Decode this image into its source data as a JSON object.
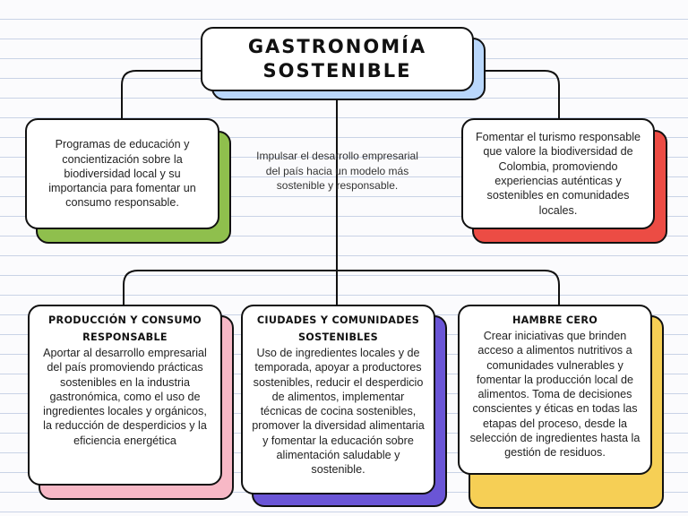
{
  "title": "GASTRONOMÍA SOSTENIBLE",
  "center_text": "Impulsar el desarrollo empresarial del país hacia un modelo más sostenible y responsable.",
  "top_left": "Programas de educación y concientización sobre la biodiversidad local y su importancia para fomentar un consumo responsable.",
  "top_right": "Fomentar el turismo responsable que valore la biodiversidad de Colombia, promoviendo experiencias auténticas y sostenibles en comunidades locales.",
  "bottom": [
    {
      "heading": "PRODUCCIÓN Y CONSUMO RESPONSABLE",
      "text": "Aportar al desarrollo empresarial del país promoviendo prácticas sostenibles en la industria gastronómica, como el uso de ingredientes locales y orgánicos, la reducción de desperdicios y la eficiencia energética"
    },
    {
      "heading": "CIUDADES Y COMUNIDADES SOSTENIBLES",
      "text": "Uso de ingredientes locales y de temporada, apoyar a productores sostenibles, reducir el desperdicio de alimentos, implementar técnicas de cocina sostenibles, promover la diversidad alimentaria y fomentar la educación sobre alimentación saludable y sostenible."
    },
    {
      "heading": "HAMBRE CERO",
      "text": "Crear iniciativas que brinden acceso a alimentos nutritivos a comunidades vulnerables y fomentar la producción local de alimentos. Toma de decisiones conscientes y éticas en todas las etapas del proceso, desde la selección de ingredientes hasta la gestión de residuos."
    }
  ],
  "colors": {
    "title_shadow": "#b9d7fb",
    "top_left_shadow": "#8fbf4d",
    "top_right_shadow": "#ec4c44",
    "bottom_left_shadow": "#f7b8c6",
    "bottom_center_shadow": "#6a55d6",
    "bottom_right_shadow": "#f6cf55"
  }
}
